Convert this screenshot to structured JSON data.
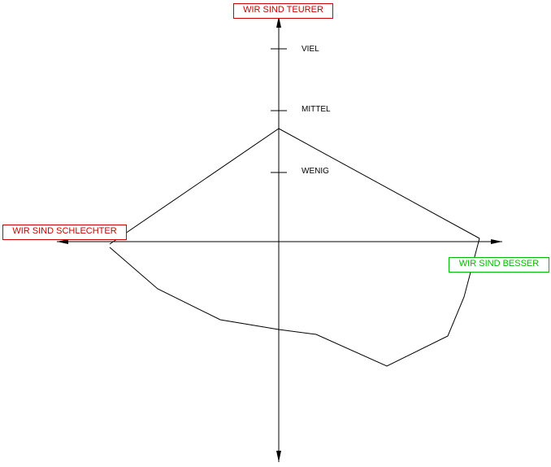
{
  "labels": {
    "top": "WIR SIND TEURER",
    "left": "WIR SIND SCHLECHTER",
    "right": "WIR SIND BESSER"
  },
  "ticks": [
    "VIEL",
    "MITTEL",
    "WENIG"
  ],
  "colors": {
    "negative": "#cc0000",
    "positive": "#00bb00",
    "line": "#000000"
  }
}
